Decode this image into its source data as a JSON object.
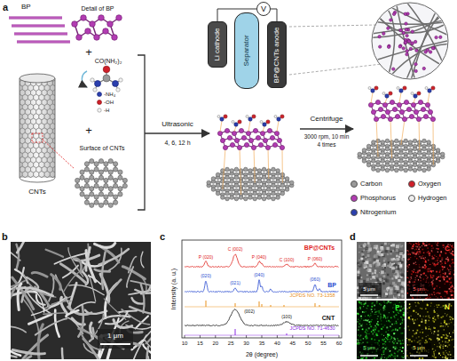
{
  "diagram": {
    "nodes": [
      {
        "text": [
          "V"
        ]
      },
      {
        "text": [
          "Li cathode"
        ]
      },
      {
        "text": [
          "Separator"
        ]
      },
      {
        "text": [
          "BP@CNTs anode"
        ]
      }
    ],
    "edges": [
      {
        "from": 0,
        "to": 1,
        "arrow": "none"
      },
      {
        "from": 0,
        "to": 3,
        "arrow": "none"
      }
    ],
    "labels": [
      "a",
      "BP",
      "Detail of BP",
      "CNTs",
      "CO(NH₂)₂",
      "-NH₄",
      "-OH",
      "-H",
      "Surface of CNTs",
      "Ultrasonic",
      "4, 6, 12 h",
      "Centrifuge",
      "3000 rpm, 10 min",
      "4 times",
      "+",
      "+",
      "b",
      "1 μm",
      "c",
      "Intensity (a. u.)",
      "2θ (degree)",
      "10",
      "15",
      "20",
      "25",
      "30",
      "35",
      "40",
      "45",
      "50",
      "55",
      "60",
      "BP@CNTs",
      "BP",
      "JCPDS NO. 73-1358",
      "CNT",
      "JCPDS NO. 71-4630",
      "P (020)",
      "C (002)",
      "P (040)",
      "C (100)",
      "P (060)",
      "(020)",
      "(021)",
      "(040)",
      "(060)",
      "(002)",
      "(100)",
      "d",
      "5 μm",
      "5 μm",
      "5 μm",
      "5 μm",
      "C",
      "P",
      "N"
    ],
    "legend": [
      {
        "text": "Carbon",
        "color": "#9a9a9a"
      },
      {
        "text": "Phosphorus",
        "color": "#b23cb2"
      },
      {
        "text": "Nitrogenium",
        "color": "#2b3fae"
      },
      {
        "text": "Oxygen",
        "color": "#d0202a"
      },
      {
        "text": "Hydrogen",
        "color": "#eeeeee"
      }
    ]
  }
}
